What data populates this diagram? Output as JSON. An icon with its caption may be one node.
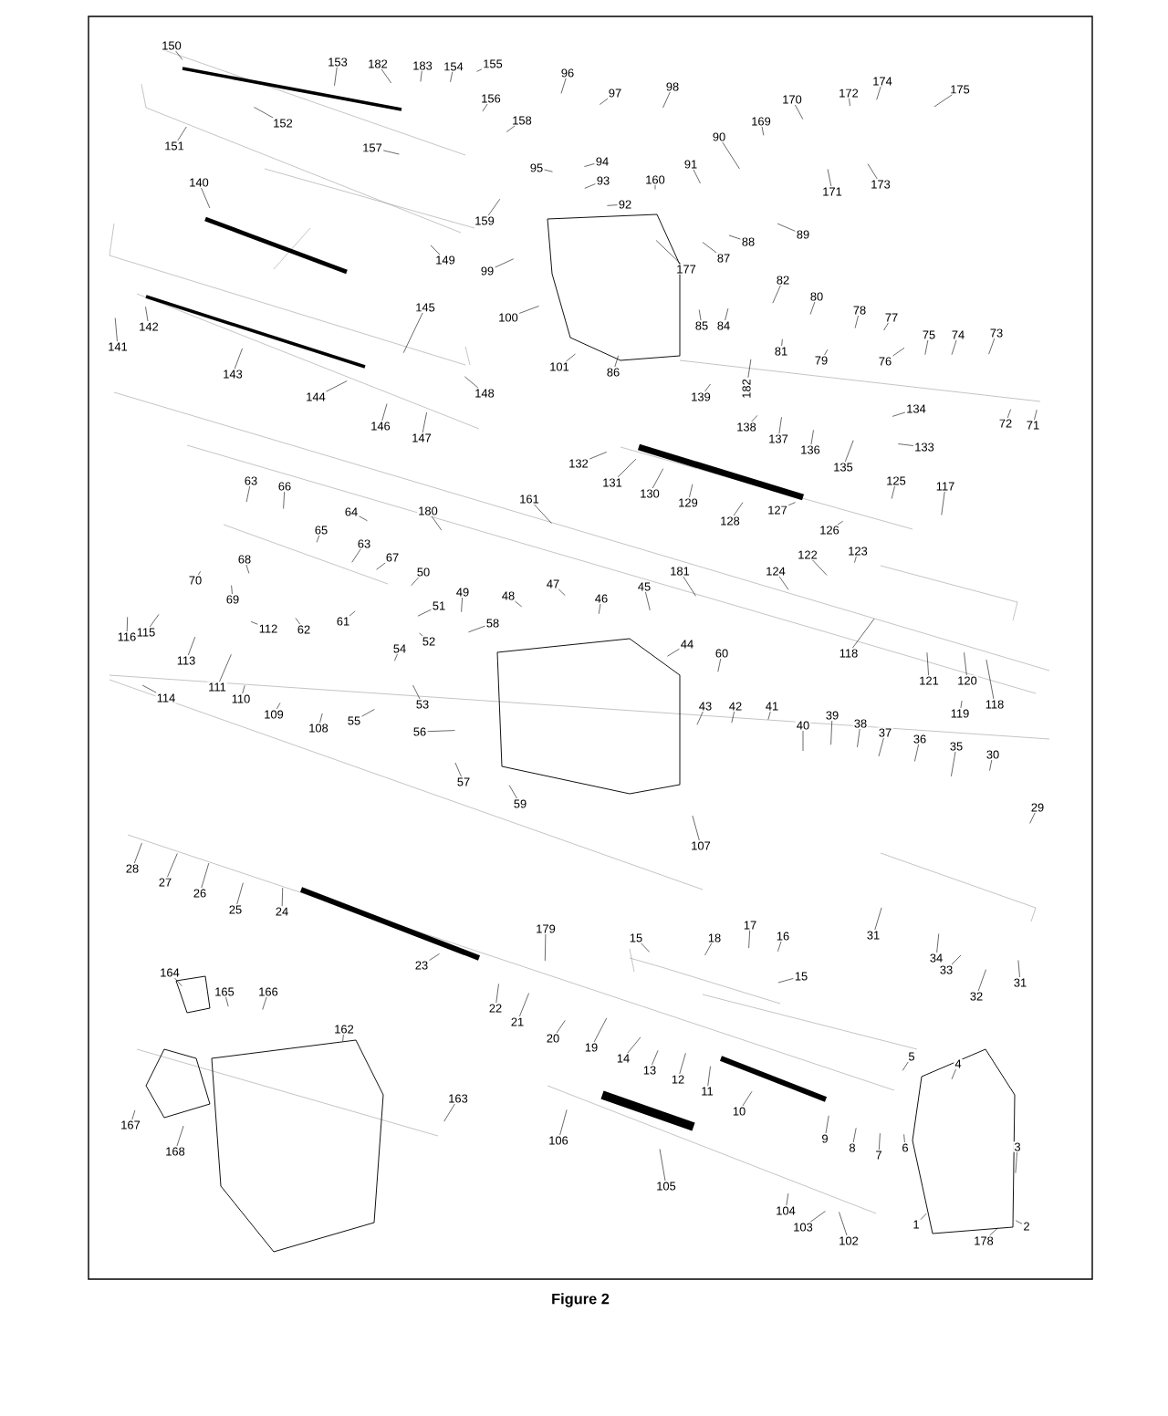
{
  "diagram": {
    "caption": "Figure 2",
    "nodes": [
      {
        "text": [
          "150"
        ]
      },
      {
        "text": [
          "153"
        ]
      },
      {
        "text": [
          "182"
        ]
      },
      {
        "text": [
          "183"
        ]
      },
      {
        "text": [
          "154"
        ]
      },
      {
        "text": [
          "155"
        ]
      },
      {
        "text": [
          "156"
        ]
      },
      {
        "text": [
          "158"
        ]
      },
      {
        "text": [
          "152"
        ]
      },
      {
        "text": [
          "151"
        ]
      },
      {
        "text": [
          "157"
        ]
      },
      {
        "text": [
          "96"
        ]
      },
      {
        "text": [
          "97"
        ]
      },
      {
        "text": [
          "98"
        ]
      },
      {
        "text": [
          "95"
        ]
      },
      {
        "text": [
          "94"
        ]
      },
      {
        "text": [
          "93"
        ]
      },
      {
        "text": [
          "92"
        ]
      },
      {
        "text": [
          "159"
        ]
      },
      {
        "text": [
          "160"
        ]
      },
      {
        "text": [
          "91"
        ]
      },
      {
        "text": [
          "90"
        ]
      },
      {
        "text": [
          "169"
        ]
      },
      {
        "text": [
          "170"
        ]
      },
      {
        "text": [
          "172"
        ]
      },
      {
        "text": [
          "174"
        ]
      },
      {
        "text": [
          "175"
        ]
      },
      {
        "text": [
          "171"
        ]
      },
      {
        "text": [
          "173"
        ]
      },
      {
        "text": [
          "89"
        ]
      },
      {
        "text": [
          "88"
        ]
      },
      {
        "text": [
          "87"
        ]
      },
      {
        "text": [
          "177"
        ]
      },
      {
        "text": [
          "140"
        ]
      },
      {
        "text": [
          "149"
        ]
      },
      {
        "text": [
          "99"
        ]
      },
      {
        "text": [
          "100"
        ]
      },
      {
        "text": [
          "101"
        ]
      },
      {
        "text": [
          "86"
        ]
      },
      {
        "text": [
          "85"
        ]
      },
      {
        "text": [
          "84"
        ]
      },
      {
        "text": [
          "82"
        ]
      },
      {
        "text": [
          "80"
        ]
      },
      {
        "text": [
          "81"
        ]
      },
      {
        "text": [
          "78"
        ]
      },
      {
        "text": [
          "79"
        ]
      },
      {
        "text": [
          "77"
        ]
      },
      {
        "text": [
          "76"
        ]
      },
      {
        "text": [
          "75"
        ]
      },
      {
        "text": [
          "74"
        ]
      },
      {
        "text": [
          "73"
        ]
      },
      {
        "text": [
          "141"
        ]
      },
      {
        "text": [
          "142"
        ]
      },
      {
        "text": [
          "143"
        ]
      },
      {
        "text": [
          "145"
        ]
      },
      {
        "text": [
          "144"
        ]
      },
      {
        "text": [
          "146"
        ]
      },
      {
        "text": [
          "147"
        ]
      },
      {
        "text": [
          "148"
        ]
      },
      {
        "text": [
          "139"
        ]
      },
      {
        "text": [
          "182"
        ]
      },
      {
        "text": [
          "138"
        ]
      },
      {
        "text": [
          "137"
        ]
      },
      {
        "text": [
          "136"
        ]
      },
      {
        "text": [
          "135"
        ]
      },
      {
        "text": [
          "134"
        ]
      },
      {
        "text": [
          "133"
        ]
      },
      {
        "text": [
          "72"
        ]
      },
      {
        "text": [
          "71"
        ]
      },
      {
        "text": [
          "132"
        ]
      },
      {
        "text": [
          "131"
        ]
      },
      {
        "text": [
          "130"
        ]
      },
      {
        "text": [
          "129"
        ]
      },
      {
        "text": [
          "128"
        ]
      },
      {
        "text": [
          "127"
        ]
      },
      {
        "text": [
          "126"
        ]
      },
      {
        "text": [
          "125"
        ]
      },
      {
        "text": [
          "117"
        ]
      },
      {
        "text": [
          "161"
        ]
      },
      {
        "text": [
          "180"
        ]
      },
      {
        "text": [
          "63"
        ]
      },
      {
        "text": [
          "66"
        ]
      },
      {
        "text": [
          "65"
        ]
      },
      {
        "text": [
          "64"
        ]
      },
      {
        "text": [
          "63"
        ]
      },
      {
        "text": [
          "67"
        ]
      },
      {
        "text": [
          "181"
        ]
      },
      {
        "text": [
          "122"
        ]
      },
      {
        "text": [
          "123"
        ]
      },
      {
        "text": [
          "124"
        ]
      },
      {
        "text": [
          "70"
        ]
      },
      {
        "text": [
          "68"
        ]
      },
      {
        "text": [
          "69"
        ]
      },
      {
        "text": [
          "50"
        ]
      },
      {
        "text": [
          "49"
        ]
      },
      {
        "text": [
          "48"
        ]
      },
      {
        "text": [
          "47"
        ]
      },
      {
        "text": [
          "46"
        ]
      },
      {
        "text": [
          "45"
        ]
      },
      {
        "text": [
          "51"
        ]
      },
      {
        "text": [
          "52"
        ]
      },
      {
        "text": [
          "116"
        ]
      },
      {
        "text": [
          "115"
        ]
      },
      {
        "text": [
          "114"
        ]
      },
      {
        "text": [
          "113"
        ]
      },
      {
        "text": [
          "112"
        ]
      },
      {
        "text": [
          "111"
        ]
      },
      {
        "text": [
          "62"
        ]
      },
      {
        "text": [
          "61"
        ]
      },
      {
        "text": [
          "58"
        ]
      },
      {
        "text": [
          "44"
        ]
      },
      {
        "text": [
          "60"
        ]
      },
      {
        "text": [
          "110"
        ]
      },
      {
        "text": [
          "109"
        ]
      },
      {
        "text": [
          "108"
        ]
      },
      {
        "text": [
          "54"
        ]
      },
      {
        "text": [
          "53"
        ]
      },
      {
        "text": [
          "55"
        ]
      },
      {
        "text": [
          "56"
        ]
      },
      {
        "text": [
          "57"
        ]
      },
      {
        "text": [
          "59"
        ]
      },
      {
        "text": [
          "118"
        ]
      },
      {
        "text": [
          "121"
        ]
      },
      {
        "text": [
          "120"
        ]
      },
      {
        "text": [
          "119"
        ]
      },
      {
        "text": [
          "118"
        ]
      },
      {
        "text": [
          "43"
        ]
      },
      {
        "text": [
          "42"
        ]
      },
      {
        "text": [
          "41"
        ]
      },
      {
        "text": [
          "40"
        ]
      },
      {
        "text": [
          "39"
        ]
      },
      {
        "text": [
          "38"
        ]
      },
      {
        "text": [
          "37"
        ]
      },
      {
        "text": [
          "36"
        ]
      },
      {
        "text": [
          "35"
        ]
      },
      {
        "text": [
          "30"
        ]
      },
      {
        "text": [
          "29"
        ]
      },
      {
        "text": [
          "107"
        ]
      },
      {
        "text": [
          "28"
        ]
      },
      {
        "text": [
          "27"
        ]
      },
      {
        "text": [
          "26"
        ]
      },
      {
        "text": [
          "25"
        ]
      },
      {
        "text": [
          "24"
        ]
      },
      {
        "text": [
          "31"
        ]
      },
      {
        "text": [
          "34"
        ]
      },
      {
        "text": [
          "33"
        ]
      },
      {
        "text": [
          "32"
        ]
      },
      {
        "text": [
          "31"
        ]
      },
      {
        "text": [
          "23"
        ]
      },
      {
        "text": [
          "22"
        ]
      },
      {
        "text": [
          "21"
        ]
      },
      {
        "text": [
          "179"
        ]
      },
      {
        "text": [
          "15"
        ]
      },
      {
        "text": [
          "18"
        ]
      },
      {
        "text": [
          "17"
        ]
      },
      {
        "text": [
          "16"
        ]
      },
      {
        "text": [
          "15"
        ]
      },
      {
        "text": [
          "20"
        ]
      },
      {
        "text": [
          "19"
        ]
      },
      {
        "text": [
          "14"
        ]
      },
      {
        "text": [
          "13"
        ]
      },
      {
        "text": [
          "12"
        ]
      },
      {
        "text": [
          "11"
        ]
      },
      {
        "text": [
          "10"
        ]
      },
      {
        "text": [
          "9"
        ]
      },
      {
        "text": [
          "8"
        ]
      },
      {
        "text": [
          "7"
        ]
      },
      {
        "text": [
          "6"
        ]
      },
      {
        "text": [
          "5"
        ]
      },
      {
        "text": [
          "4"
        ]
      },
      {
        "text": [
          "3"
        ]
      },
      {
        "text": [
          "2"
        ]
      },
      {
        "text": [
          "178"
        ]
      },
      {
        "text": [
          "1"
        ]
      },
      {
        "text": [
          "164"
        ]
      },
      {
        "text": [
          "165"
        ]
      },
      {
        "text": [
          "166"
        ]
      },
      {
        "text": [
          "162"
        ]
      },
      {
        "text": [
          "163"
        ]
      },
      {
        "text": [
          "167"
        ]
      },
      {
        "text": [
          "168"
        ]
      },
      {
        "text": [
          "106"
        ]
      },
      {
        "text": [
          "105"
        ]
      },
      {
        "text": [
          "104"
        ]
      },
      {
        "text": [
          "103"
        ]
      },
      {
        "text": [
          "102"
        ]
      }
    ],
    "edges": [
      {
        "from": 0,
        "to": null,
        "arrow": "none"
      },
      {
        "from": 1,
        "to": null,
        "arrow": "none"
      },
      {
        "from": 2,
        "to": null,
        "arrow": "none"
      },
      {
        "from": 3,
        "to": null,
        "arrow": "none"
      },
      {
        "from": 4,
        "to": null,
        "arrow": "none"
      },
      {
        "from": 5,
        "to": null,
        "arrow": "none"
      },
      {
        "from": 6,
        "to": null,
        "arrow": "none"
      },
      {
        "from": 7,
        "to": null,
        "arrow": "none"
      },
      {
        "from": 8,
        "to": null,
        "arrow": "none"
      },
      {
        "from": 9,
        "to": null,
        "arrow": "none"
      },
      {
        "from": 10,
        "to": null,
        "arrow": "none"
      },
      {
        "from": 11,
        "to": null,
        "arrow": "none"
      },
      {
        "from": 12,
        "to": null,
        "arrow": "none"
      },
      {
        "from": 13,
        "to": null,
        "arrow": "none"
      },
      {
        "from": 14,
        "to": null,
        "arrow": "none"
      },
      {
        "from": 15,
        "to": null,
        "arrow": "none"
      },
      {
        "from": 16,
        "to": null,
        "arrow": "none"
      },
      {
        "from": 17,
        "to": null,
        "arrow": "none"
      },
      {
        "from": 18,
        "to": null,
        "arrow": "none"
      },
      {
        "from": 19,
        "to": null,
        "arrow": "none"
      },
      {
        "from": 20,
        "to": null,
        "arrow": "none"
      },
      {
        "from": 21,
        "to": null,
        "arrow": "none"
      },
      {
        "from": 22,
        "to": null,
        "arrow": "none"
      },
      {
        "from": 23,
        "to": null,
        "arrow": "none"
      },
      {
        "from": 24,
        "to": null,
        "arrow": "none"
      },
      {
        "from": 25,
        "to": null,
        "arrow": "none"
      },
      {
        "from": 26,
        "to": null,
        "arrow": "none"
      },
      {
        "from": 27,
        "to": null,
        "arrow": "none"
      },
      {
        "from": 28,
        "to": null,
        "arrow": "none"
      },
      {
        "from": 29,
        "to": null,
        "arrow": "none"
      },
      {
        "from": 30,
        "to": null,
        "arrow": "none"
      },
      {
        "from": 31,
        "to": null,
        "arrow": "none"
      },
      {
        "from": 32,
        "to": null,
        "arrow": "none"
      },
      {
        "from": 33,
        "to": null,
        "arrow": "none"
      },
      {
        "from": 34,
        "to": null,
        "arrow": "none"
      },
      {
        "from": 35,
        "to": null,
        "arrow": "none"
      },
      {
        "from": 36,
        "to": null,
        "arrow": "none"
      },
      {
        "from": 37,
        "to": null,
        "arrow": "none"
      },
      {
        "from": 38,
        "to": null,
        "arrow": "none"
      },
      {
        "from": 39,
        "to": null,
        "arrow": "none"
      },
      {
        "from": 40,
        "to": null,
        "arrow": "none"
      },
      {
        "from": 41,
        "to": null,
        "arrow": "none"
      },
      {
        "from": 42,
        "to": null,
        "arrow": "none"
      },
      {
        "from": 43,
        "to": null,
        "arrow": "none"
      },
      {
        "from": 44,
        "to": null,
        "arrow": "none"
      },
      {
        "from": 45,
        "to": null,
        "arrow": "none"
      },
      {
        "from": 46,
        "to": null,
        "arrow": "none"
      },
      {
        "from": 47,
        "to": null,
        "arrow": "none"
      },
      {
        "from": 48,
        "to": null,
        "arrow": "none"
      },
      {
        "from": 49,
        "to": null,
        "arrow": "none"
      },
      {
        "from": 50,
        "to": null,
        "arrow": "none"
      },
      {
        "from": 51,
        "to": null,
        "arrow": "none"
      },
      {
        "from": 52,
        "to": null,
        "arrow": "none"
      },
      {
        "from": 53,
        "to": null,
        "arrow": "none"
      },
      {
        "from": 54,
        "to": null,
        "arrow": "none"
      },
      {
        "from": 55,
        "to": null,
        "arrow": "none"
      },
      {
        "from": 56,
        "to": null,
        "arrow": "none"
      },
      {
        "from": 57,
        "to": null,
        "arrow": "none"
      },
      {
        "from": 58,
        "to": null,
        "arrow": "none"
      },
      {
        "from": 59,
        "to": null,
        "arrow": "none"
      },
      {
        "from": 60,
        "to": null,
        "arrow": "none"
      },
      {
        "from": 61,
        "to": null,
        "arrow": "none"
      },
      {
        "from": 62,
        "to": null,
        "arrow": "none"
      },
      {
        "from": 63,
        "to": null,
        "arrow": "none"
      },
      {
        "from": 64,
        "to": null,
        "arrow": "none"
      },
      {
        "from": 65,
        "to": null,
        "arrow": "none"
      },
      {
        "from": 66,
        "to": null,
        "arrow": "none"
      },
      {
        "from": 67,
        "to": null,
        "arrow": "none"
      },
      {
        "from": 68,
        "to": null,
        "arrow": "none"
      },
      {
        "from": 69,
        "to": null,
        "arrow": "none"
      },
      {
        "from": 70,
        "to": null,
        "arrow": "none"
      },
      {
        "from": 71,
        "to": null,
        "arrow": "none"
      },
      {
        "from": 72,
        "to": null,
        "arrow": "none"
      },
      {
        "from": 73,
        "to": null,
        "arrow": "none"
      },
      {
        "from": 74,
        "to": null,
        "arrow": "none"
      },
      {
        "from": 75,
        "to": null,
        "arrow": "none"
      },
      {
        "from": 76,
        "to": null,
        "arrow": "none"
      },
      {
        "from": 77,
        "to": null,
        "arrow": "none"
      },
      {
        "from": 78,
        "to": null,
        "arrow": "none"
      },
      {
        "from": 79,
        "to": null,
        "arrow": "none"
      },
      {
        "from": 80,
        "to": null,
        "arrow": "none"
      },
      {
        "from": 81,
        "to": null,
        "arrow": "none"
      },
      {
        "from": 82,
        "to": null,
        "arrow": "none"
      },
      {
        "from": 83,
        "to": null,
        "arrow": "none"
      },
      {
        "from": 84,
        "to": null,
        "arrow": "none"
      },
      {
        "from": 85,
        "to": null,
        "arrow": "none"
      },
      {
        "from": 86,
        "to": null,
        "arrow": "none"
      },
      {
        "from": 87,
        "to": null,
        "arrow": "none"
      },
      {
        "from": 88,
        "to": null,
        "arrow": "none"
      },
      {
        "from": 89,
        "to": null,
        "arrow": "none"
      },
      {
        "from": 90,
        "to": null,
        "arrow": "none"
      },
      {
        "from": 91,
        "to": null,
        "arrow": "none"
      },
      {
        "from": 92,
        "to": null,
        "arrow": "none"
      },
      {
        "from": 93,
        "to": null,
        "arrow": "none"
      },
      {
        "from": 94,
        "to": null,
        "arrow": "none"
      },
      {
        "from": 95,
        "to": null,
        "arrow": "none"
      },
      {
        "from": 96,
        "to": null,
        "arrow": "none"
      },
      {
        "from": 97,
        "to": null,
        "arrow": "none"
      },
      {
        "from": 98,
        "to": null,
        "arrow": "none"
      },
      {
        "from": 99,
        "to": null,
        "arrow": "none"
      },
      {
        "from": 100,
        "to": null,
        "arrow": "none"
      },
      {
        "from": 101,
        "to": null,
        "arrow": "none"
      },
      {
        "from": 102,
        "to": null,
        "arrow": "none"
      },
      {
        "from": 103,
        "to": null,
        "arrow": "none"
      },
      {
        "from": 104,
        "to": null,
        "arrow": "none"
      },
      {
        "from": 105,
        "to": null,
        "arrow": "none"
      },
      {
        "from": 106,
        "to": null,
        "arrow": "none"
      },
      {
        "from": 107,
        "to": null,
        "arrow": "none"
      },
      {
        "from": 108,
        "to": null,
        "arrow": "none"
      },
      {
        "from": 109,
        "to": null,
        "arrow": "none"
      },
      {
        "from": 110,
        "to": null,
        "arrow": "none"
      },
      {
        "from": 111,
        "to": null,
        "arrow": "none"
      },
      {
        "from": 112,
        "to": null,
        "arrow": "none"
      },
      {
        "from": 113,
        "to": null,
        "arrow": "none"
      },
      {
        "from": 114,
        "to": null,
        "arrow": "none"
      },
      {
        "from": 115,
        "to": null,
        "arrow": "none"
      },
      {
        "from": 116,
        "to": null,
        "arrow": "none"
      },
      {
        "from": 117,
        "to": null,
        "arrow": "none"
      },
      {
        "from": 118,
        "to": null,
        "arrow": "none"
      },
      {
        "from": 119,
        "to": null,
        "arrow": "none"
      },
      {
        "from": 120,
        "to": null,
        "arrow": "none"
      },
      {
        "from": 121,
        "to": null,
        "arrow": "none"
      },
      {
        "from": 122,
        "to": null,
        "arrow": "none"
      },
      {
        "from": 123,
        "to": null,
        "arrow": "none"
      },
      {
        "from": 124,
        "to": null,
        "arrow": "none"
      },
      {
        "from": 125,
        "to": null,
        "arrow": "none"
      },
      {
        "from": 126,
        "to": null,
        "arrow": "none"
      },
      {
        "from": 127,
        "to": null,
        "arrow": "none"
      },
      {
        "from": 128,
        "to": null,
        "arrow": "none"
      },
      {
        "from": 129,
        "to": null,
        "arrow": "none"
      },
      {
        "from": 130,
        "to": null,
        "arrow": "none"
      },
      {
        "from": 131,
        "to": null,
        "arrow": "none"
      },
      {
        "from": 132,
        "to": null,
        "arrow": "none"
      },
      {
        "from": 133,
        "to": null,
        "arrow": "none"
      },
      {
        "from": 134,
        "to": null,
        "arrow": "none"
      },
      {
        "from": 135,
        "to": null,
        "arrow": "none"
      },
      {
        "from": 136,
        "to": null,
        "arrow": "none"
      },
      {
        "from": 137,
        "to": null,
        "arrow": "none"
      },
      {
        "from": 138,
        "to": null,
        "arrow": "none"
      },
      {
        "from": 139,
        "to": null,
        "arrow": "none"
      },
      {
        "from": 140,
        "to": null,
        "arrow": "none"
      },
      {
        "from": 141,
        "to": null,
        "arrow": "none"
      },
      {
        "from": 142,
        "to": null,
        "arrow": "none"
      },
      {
        "from": 143,
        "to": null,
        "arrow": "none"
      },
      {
        "from": 144,
        "to": null,
        "arrow": "none"
      },
      {
        "from": 145,
        "to": null,
        "arrow": "none"
      },
      {
        "from": 146,
        "to": null,
        "arrow": "none"
      },
      {
        "from": 147,
        "to": null,
        "arrow": "none"
      },
      {
        "from": 148,
        "to": null,
        "arrow": "none"
      },
      {
        "from": 149,
        "to": null,
        "arrow": "none"
      },
      {
        "from": 150,
        "to": null,
        "arrow": "none"
      },
      {
        "from": 151,
        "to": null,
        "arrow": "none"
      },
      {
        "from": 152,
        "to": null,
        "arrow": "none"
      },
      {
        "from": 153,
        "to": null,
        "arrow": "none"
      },
      {
        "from": 154,
        "to": null,
        "arrow": "none"
      },
      {
        "from": 155,
        "to": null,
        "arrow": "none"
      },
      {
        "from": 156,
        "to": null,
        "arrow": "none"
      },
      {
        "from": 157,
        "to": null,
        "arrow": "none"
      },
      {
        "from": 158,
        "to": null,
        "arrow": "none"
      },
      {
        "from": 159,
        "to": null,
        "arrow": "none"
      },
      {
        "from": 160,
        "to": null,
        "arrow": "none"
      },
      {
        "from": 161,
        "to": null,
        "arrow": "none"
      },
      {
        "from": 162,
        "to": null,
        "arrow": "none"
      },
      {
        "from": 163,
        "to": null,
        "arrow": "none"
      },
      {
        "from": 164,
        "to": null,
        "arrow": "none"
      },
      {
        "from": 165,
        "to": null,
        "arrow": "none"
      },
      {
        "from": 166,
        "to": null,
        "arrow": "none"
      },
      {
        "from": 167,
        "to": null,
        "arrow": "none"
      },
      {
        "from": 168,
        "to": null,
        "arrow": "none"
      },
      {
        "from": 169,
        "to": null,
        "arrow": "none"
      },
      {
        "from": 170,
        "to": null,
        "arrow": "none"
      },
      {
        "from": 171,
        "to": null,
        "arrow": "none"
      },
      {
        "from": 172,
        "to": null,
        "arrow": "none"
      },
      {
        "from": 173,
        "to": null,
        "arrow": "none"
      },
      {
        "from": 174,
        "to": null,
        "arrow": "none"
      },
      {
        "from": 175,
        "to": null,
        "arrow": "none"
      },
      {
        "from": 176,
        "to": null,
        "arrow": "none"
      },
      {
        "from": 177,
        "to": null,
        "arrow": "none"
      },
      {
        "from": 178,
        "to": null,
        "arrow": "none"
      },
      {
        "from": 179,
        "to": null,
        "arrow": "none"
      },
      {
        "from": 180,
        "to": null,
        "arrow": "none"
      },
      {
        "from": 181,
        "to": null,
        "arrow": "none"
      },
      {
        "from": 182,
        "to": null,
        "arrow": "none"
      },
      {
        "from": 183,
        "to": null,
        "arrow": "none"
      },
      {
        "from": 184,
        "to": null,
        "arrow": "none"
      },
      {
        "from": 185,
        "to": null,
        "arrow": "none"
      }
    ]
  }
}
